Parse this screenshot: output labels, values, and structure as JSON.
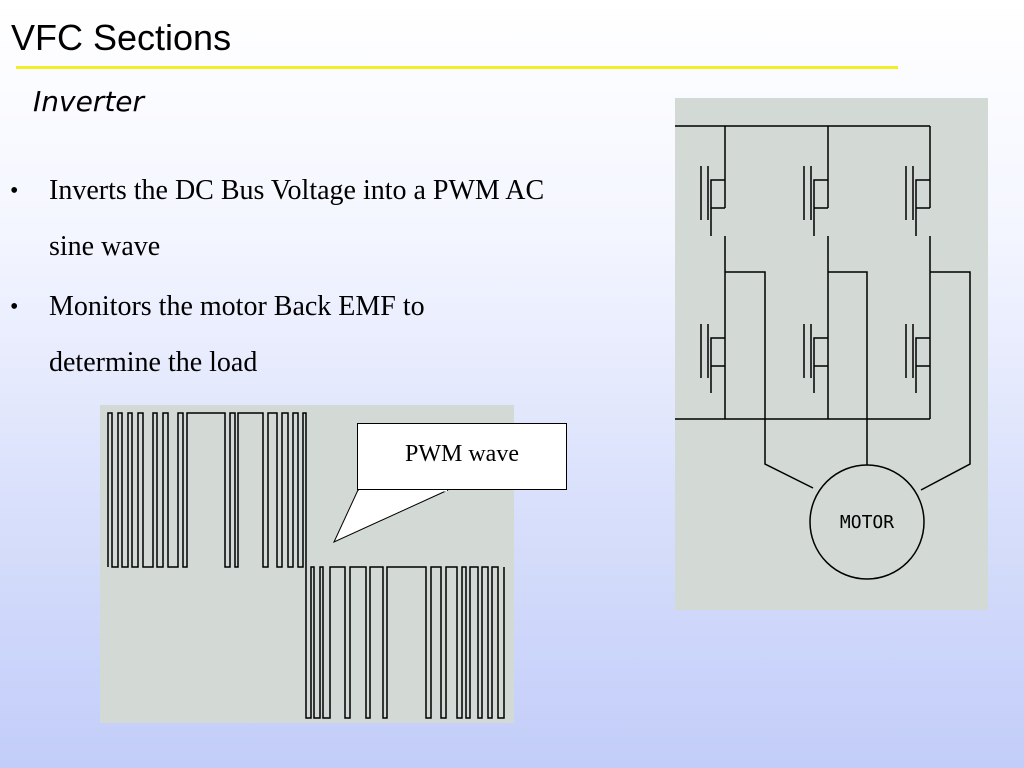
{
  "slide": {
    "title": "VFC Sections",
    "subtitle": "Inverter",
    "bullets": [
      {
        "marker": "•",
        "text_line1": "Inverts the DC Bus Voltage into a PWM AC",
        "text_line2": "sine wave"
      },
      {
        "marker": "•",
        "text_line1": "Monitors the motor Back EMF to",
        "text_line2": "determine the load"
      }
    ],
    "callout_text": "PWM wave",
    "motor_label": "MOTOR"
  },
  "colors": {
    "title_rule": "#f2ee28",
    "panel_background": "#d3d9d4",
    "background_top": "#ffffff",
    "background_bottom": "#c2cdf9"
  }
}
